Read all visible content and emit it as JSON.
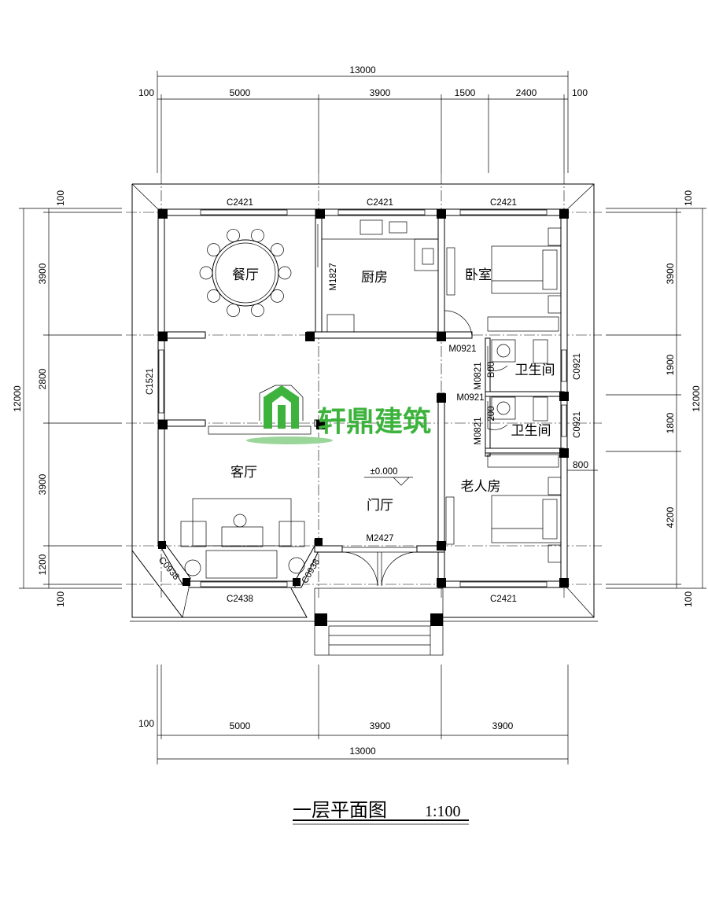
{
  "title": {
    "main": "一层平面图",
    "scale": "1:100"
  },
  "watermark": {
    "text": "轩鼎建筑",
    "color": "#3db33d"
  },
  "dimensions": {
    "top_total": "13000",
    "top_segments": [
      "100",
      "5000",
      "3900",
      "1500",
      "2400",
      "100"
    ],
    "bottom_total": "13000",
    "bottom_segments": [
      "100",
      "5000",
      "3900",
      "3900"
    ],
    "left_total": "12000",
    "left_segments": [
      "100",
      "3900",
      "2800",
      "3900",
      "1200",
      "100"
    ],
    "right_total": "12000",
    "right_segments": [
      "100",
      "3900",
      "1900",
      "1800",
      "4200",
      "100"
    ],
    "inner_800": "800"
  },
  "rooms": {
    "dining": "餐厅",
    "kitchen": "厨房",
    "bedroom": "卧室",
    "bath1": "卫生间",
    "bath2": "卫生间",
    "living": "客厅",
    "hall": "门厅",
    "elder_room": "老人房",
    "elevation": "±0.000"
  },
  "tags": {
    "win_top1": "C2421",
    "win_top2": "C2421",
    "win_top3": "C2421",
    "win_left": "C1521",
    "win_bottom_living": "C2438",
    "win_bottom_right": "C2421",
    "win_bay_left": "C0938",
    "win_bay_right": "C0938",
    "win_bath1": "C0921",
    "win_bath2": "C0921",
    "door_kitchen": "M1827",
    "door_bedroom": "M0921",
    "door_bath1": "M0821",
    "door_elder": "M0921",
    "door_bath2": "M0821",
    "door_main": "M2427",
    "sill1": "B00",
    "sill2": "200"
  }
}
